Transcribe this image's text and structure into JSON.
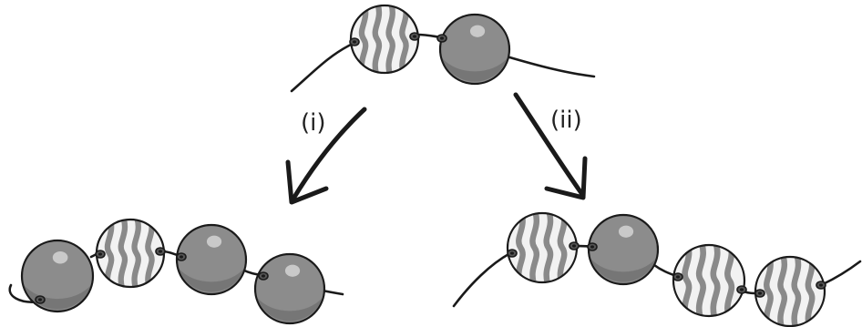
{
  "diagram": {
    "colors": {
      "outline": "#1a1a1a",
      "string": "#1a1a1a",
      "plain_bead_fill": "#8c8c8c",
      "plain_bead_shadow": "#6f6f6f",
      "plain_bead_highlight": "#c9c9c9",
      "striped_bead_fill": "#f2f2f2",
      "stripe": "#8a8a8a",
      "hole": "#555555"
    },
    "bead_types": {
      "plain": {
        "icon": "plain-gray-bead"
      },
      "striped": {
        "icon": "wavy-striped-bead"
      }
    },
    "top_strand": {
      "beads": [
        "striped",
        "plain"
      ]
    },
    "branches": [
      {
        "label": "(i)",
        "result_beads": [
          "plain",
          "striped",
          "plain",
          "plain"
        ]
      },
      {
        "label": "(ii)",
        "result_beads": [
          "striped",
          "plain",
          "striped",
          "striped"
        ]
      }
    ]
  }
}
